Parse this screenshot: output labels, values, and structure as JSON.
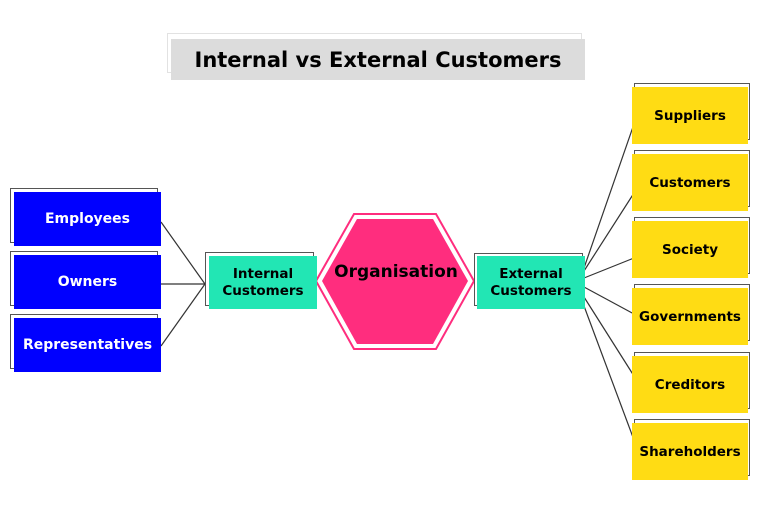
{
  "title": "Internal vs External Customers",
  "center": {
    "label": "Organisation",
    "color": "#ff2d7e"
  },
  "internal": {
    "label_line1": "Internal",
    "label_line2": "Customers",
    "color": "#22e6b4",
    "items": [
      {
        "label": "Employees"
      },
      {
        "label": "Owners"
      },
      {
        "label": "Representatives"
      }
    ],
    "item_color": "#0000ff"
  },
  "external": {
    "label_line1": "External",
    "label_line2": "Customers",
    "color": "#22e6b4",
    "items": [
      {
        "label": "Suppliers"
      },
      {
        "label": "Customers"
      },
      {
        "label": "Society"
      },
      {
        "label": "Governments"
      },
      {
        "label": "Creditors"
      },
      {
        "label": "Shareholders"
      }
    ],
    "item_color": "#ffdc14"
  }
}
